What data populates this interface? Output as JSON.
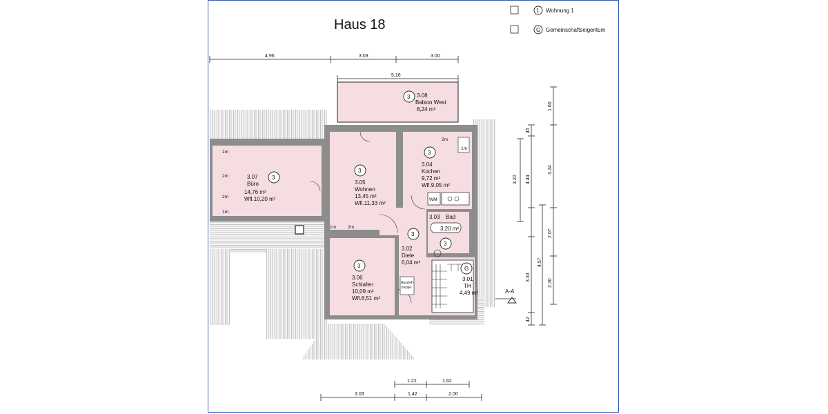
{
  "title": "Haus 18",
  "legend": [
    {
      "symbol": "1",
      "text": "Wohnung 1"
    },
    {
      "symbol": "G",
      "text": "Gemeinschaftseigentum"
    }
  ],
  "dimensions": {
    "top": [
      "4.96",
      "3.03",
      "3.00"
    ],
    "balcony": "5.16",
    "bottom_row1": [
      "1.22",
      "1.62"
    ],
    "bottom_row2": [
      "3.03",
      "1.42",
      "2.00"
    ],
    "right_v1": [
      "45",
      "3.20",
      "4.44",
      "4.57",
      "3.33",
      "42"
    ],
    "right_v2": [
      "1.60",
      "3.24",
      "2.07",
      "2.30"
    ]
  },
  "rooms": {
    "balkon": {
      "no": "3",
      "num": "3.08",
      "name": "Balkon West",
      "area": "8,24 m²"
    },
    "kochen": {
      "no": "3",
      "num": "3.04",
      "name": "Kochen",
      "area": "9,72 m²",
      "wfl": "Wfl.9,05 m²"
    },
    "wohnen": {
      "no": "3",
      "num": "3.05",
      "name": "Wohnen",
      "area": "13,45 m²",
      "wfl": "Wfl.11,33 m²"
    },
    "buero": {
      "no": "3",
      "num": "3.07",
      "name": "Büro",
      "area": "14,76 m²",
      "wfl": "Wfl.10,20 m²"
    },
    "bad": {
      "no": "3",
      "num": "3.03",
      "name": "Bad",
      "area": "3,20 m²"
    },
    "diele": {
      "no": "3",
      "num": "3.02",
      "name": "Diele",
      "area": "6,04 m²"
    },
    "schlafen": {
      "no": "3",
      "num": "3.06",
      "name": "Schlafen",
      "area": "10,09 m²",
      "wfl": "Wfl.8,51 m²"
    },
    "treppe": {
      "no": "G",
      "num": "3.01",
      "name": "TH",
      "area": "4,49 m²"
    }
  },
  "small_labels": {
    "one_m": "1m",
    "two_m": "2m",
    "wm": "WM",
    "ausziehtreppe": [
      "Auszieh-",
      "treppe"
    ]
  },
  "section_marker": "A-A"
}
